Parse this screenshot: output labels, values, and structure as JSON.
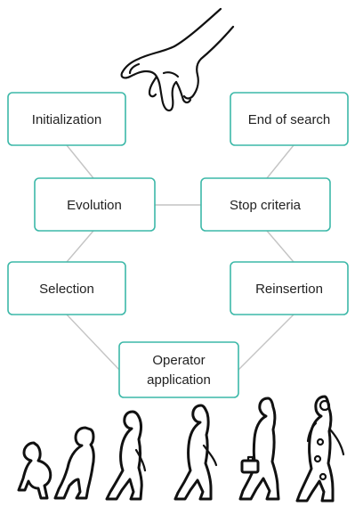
{
  "diagram": {
    "nodes": {
      "initialization": "Initialization",
      "end_of_search": "End of search",
      "evolution": "Evolution",
      "stop_criteria": "Stop criteria",
      "selection": "Selection",
      "reinsertion": "Reinsertion",
      "operator_application_line1": "Operator",
      "operator_application_line2": "application"
    },
    "colors": {
      "box_border": "#3cb8a8",
      "connector": "#c4c4c4",
      "silhouette": "#111111"
    },
    "icons": [
      "pointing-hand-icon",
      "human-evolution-icon"
    ]
  }
}
